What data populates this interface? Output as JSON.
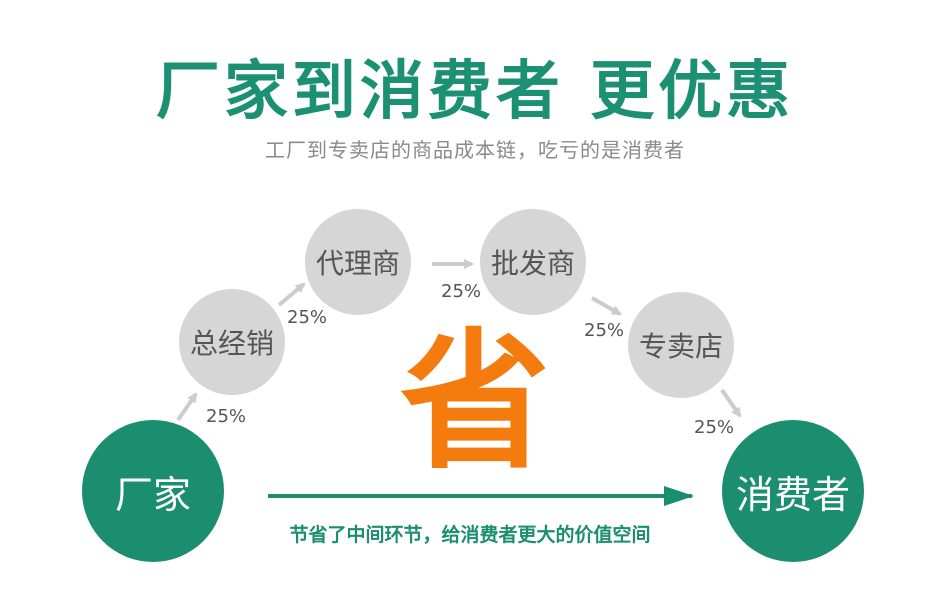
{
  "header": {
    "title": "厂家到消费者  更优惠",
    "subtitle": "工厂到专卖店的商品成本链，吃亏的是消费者"
  },
  "nodes": {
    "factory": "厂家",
    "general_distributor": "总经销",
    "agent": "代理商",
    "wholesaler": "批发商",
    "store": "专卖店",
    "consumer": "消费者"
  },
  "markups": {
    "m1": "25%",
    "m2": "25%",
    "m3": "25%",
    "m4": "25%",
    "m5": "25%"
  },
  "center_char": "省",
  "caption": "节省了中间环节，给消费者更大的价值空间",
  "colors": {
    "green": "#1b8e6f",
    "grey_circle": "#d6d6d6",
    "orange": "#f47c0f",
    "arrow_grey": "#cccccc"
  }
}
